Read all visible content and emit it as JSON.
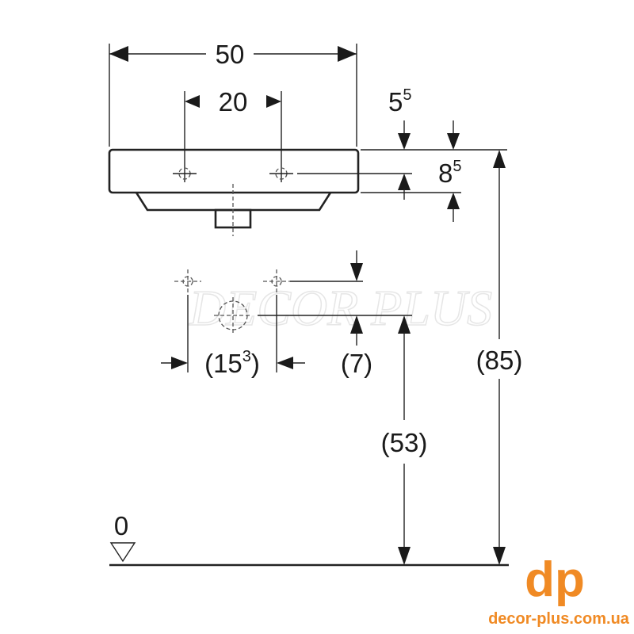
{
  "drawing": {
    "width_label": "50",
    "tap_spacing_label": "20",
    "top_offset_main": "5",
    "top_offset_sup": "5",
    "hole_depth_main": "8",
    "hole_depth_sup": "5",
    "supply_spacing_main": "(15",
    "supply_spacing_sup": "3",
    "supply_spacing_close": ")",
    "supply_offset_label": "(7)",
    "drain_height_label": "(53)",
    "total_height_label": "(85)",
    "floor_level_label": "0"
  },
  "watermark": "DECOR PLUS",
  "logo": {
    "mark": "dp",
    "url": "decor-plus.com.ua",
    "color": "#f08a24"
  }
}
